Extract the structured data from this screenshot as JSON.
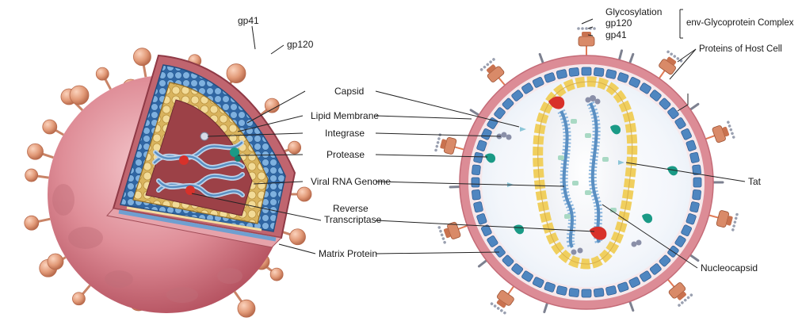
{
  "left_labels": {
    "gp41": "gp41",
    "gp120": "gp120",
    "capsid": "Capsid",
    "lipid_membrane": "Lipid Membrane",
    "integrase": "Integrase",
    "protease": "Protease",
    "viral_rna_genome": "Viral RNA Genome",
    "reverse_transcriptase_line1": "Reverse",
    "reverse_transcriptase_line2": "Transcriptase",
    "matrix_protein": "Matrix Protein"
  },
  "right_labels": {
    "glycosylation": "Glycosylation",
    "gp120": "gp120",
    "gp41": "gp41",
    "env_glycoprotein_complex": "env-Glycoprotein Complex",
    "proteins_of_host_cell": "Proteins of Host Cell",
    "tat": "Tat",
    "nucleocapsid": "Nucleocapsid"
  },
  "colors": {
    "envelope": "#dc8c96",
    "envelope_dark": "#b85563",
    "matrix_blue": "#4f86c0",
    "capsid_yellow": "#f0cf5e",
    "rna_blue": "#5a8fc2",
    "protease_teal": "#1a9a86",
    "enzyme_red": "#d8312a",
    "spike_orange": "#d98a68"
  }
}
